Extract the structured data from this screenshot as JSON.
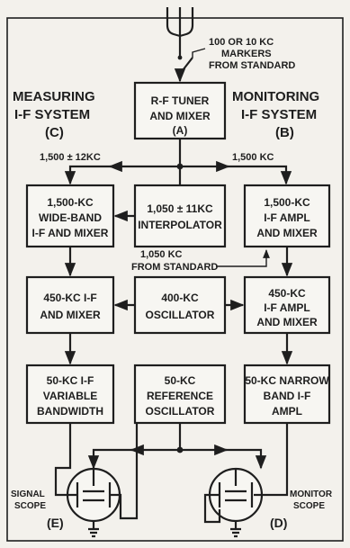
{
  "side_headings": {
    "measuring": [
      "MEASURING",
      "I-F SYSTEM",
      "(C)"
    ],
    "monitoring": [
      "MONITORING",
      "I-F SYSTEM",
      "(B)"
    ]
  },
  "markers_note": [
    "100 OR 10 KC",
    "MARKERS",
    "FROM STANDARD"
  ],
  "blocks": {
    "rf_tuner": [
      "R-F TUNER",
      "AND MIXER",
      "(A)"
    ],
    "wideband_if": [
      "1,500-KC",
      "WIDE-BAND",
      "I-F AND MIXER"
    ],
    "interpolator": [
      "1,050 ± 11KC",
      "INTERPOLATOR"
    ],
    "if_ampl_mixer_1500": [
      "1,500-KC",
      "I-F AMPL",
      "AND MIXER"
    ],
    "if_mixer_450": [
      "450-KC I-F",
      "AND MIXER"
    ],
    "oscillator_400": [
      "400-KC",
      "OSCILLATOR"
    ],
    "if_ampl_mixer_450": [
      "450-KC",
      "I-F AMPL",
      "AND MIXER"
    ],
    "variable_bw_50": [
      "50-KC I-F",
      "VARIABLE",
      "BANDWIDTH"
    ],
    "reference_osc_50": [
      "50-KC",
      "REFERENCE",
      "OSCILLATOR"
    ],
    "narrow_band_50": [
      "50-KC NARROW",
      "BAND I-F",
      "AMPL"
    ]
  },
  "bus_labels": {
    "left": "1,500 ± 12KC",
    "right": "1,500 KC"
  },
  "from_standard_note": [
    "1,050 KC",
    "FROM STANDARD"
  ],
  "scopes": {
    "signal": {
      "label": [
        "SIGNAL",
        "SCOPE"
      ],
      "tag": "(E)"
    },
    "monitor": {
      "label": [
        "MONITOR",
        "SCOPE"
      ],
      "tag": "(D)"
    }
  }
}
